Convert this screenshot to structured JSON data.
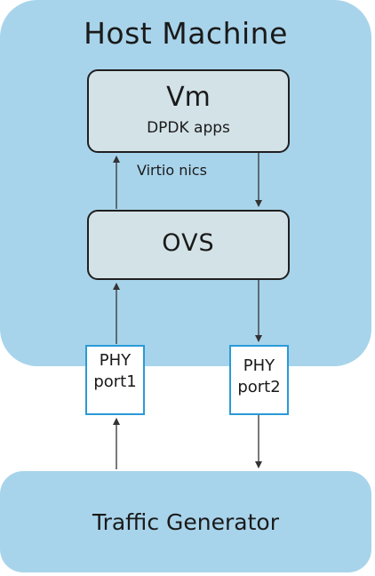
{
  "host": {
    "title": "Host Machine"
  },
  "vm": {
    "title": "Vm",
    "subtitle": "DPDK apps"
  },
  "nic_label": "Virtio nics",
  "ovs": {
    "title": "OVS"
  },
  "ports": [
    {
      "line1": "PHY",
      "line2": "port1"
    },
    {
      "line1": "PHY",
      "line2": "port2"
    }
  ],
  "traffic": {
    "title": "Traffic Generator"
  },
  "colors": {
    "host_fill": "#a8d4eb",
    "box_fill": "#d3e2e7",
    "port_border": "#2a9ad6"
  }
}
